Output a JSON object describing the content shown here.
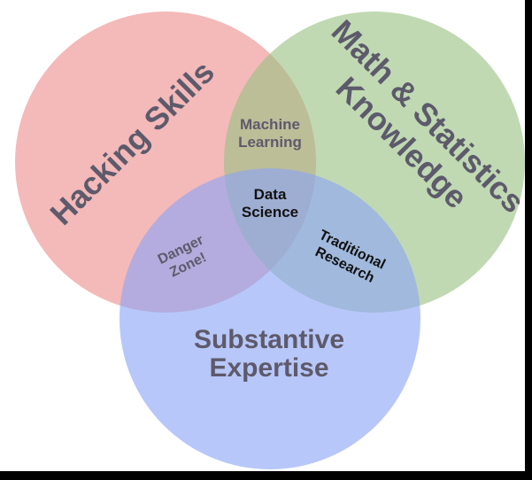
{
  "diagram": {
    "circles": [
      {
        "id": "hacking",
        "label": "Hacking Skills",
        "color": "#ee8e8e"
      },
      {
        "id": "math",
        "label_lines": [
          "Math & Statistics",
          "Knowledge"
        ],
        "color": "#99c185"
      },
      {
        "id": "substantive",
        "label_lines": [
          "Substantive",
          "Expertise"
        ],
        "color": "#8da4f5"
      }
    ],
    "overlaps": {
      "machine_learning": [
        "Machine",
        "Learning"
      ],
      "data_science": [
        "Data",
        "Science"
      ],
      "danger_zone": [
        "Danger",
        "Zone!"
      ],
      "traditional_research": [
        "Traditional",
        "Research"
      ]
    },
    "colors": {
      "label_gray": "#5d5a6b",
      "label_dark": "#111111",
      "frame": "#000000"
    }
  }
}
